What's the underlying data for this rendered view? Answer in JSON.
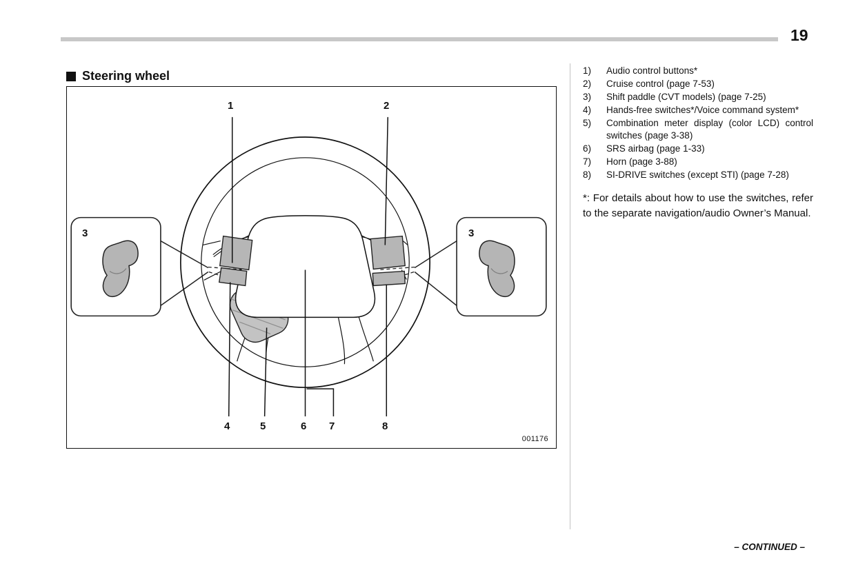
{
  "page": {
    "number": "19",
    "continued": "– CONTINUED –"
  },
  "section": {
    "title": "Steering wheel"
  },
  "figure": {
    "code": "001176",
    "callouts": [
      "1",
      "2",
      "3",
      "3",
      "4",
      "5",
      "6",
      "7",
      "8"
    ]
  },
  "legend": {
    "items": [
      {
        "num": "1)",
        "text": "Audio control buttons*"
      },
      {
        "num": "2)",
        "text": "Cruise control (page 7-53)"
      },
      {
        "num": "3)",
        "text": "Shift paddle (CVT models) (page 7-25)"
      },
      {
        "num": "4)",
        "text": "Hands-free switches*/Voice command system*"
      },
      {
        "num": "5)",
        "text": "Combination meter display (color LCD) control switches (page 3-38)"
      },
      {
        "num": "6)",
        "text": "SRS airbag (page 1-33)"
      },
      {
        "num": "7)",
        "text": "Horn (page 3-88)"
      },
      {
        "num": "8)",
        "text": "SI-DRIVE switches (except STI) (page 7-28)"
      }
    ],
    "footnote": "*: For details about how to use the switches, refer to the separate navigation/audio Owner’s Manual."
  }
}
